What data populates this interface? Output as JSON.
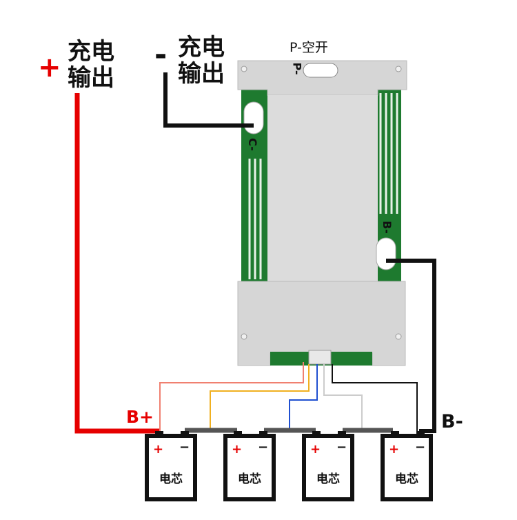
{
  "labels": {
    "positive_sign": "+",
    "negative_sign": "-",
    "charge_output_pos_line1": "充电",
    "charge_output_pos_line2": "输出",
    "charge_output_neg_line1": "充电",
    "charge_output_neg_line2": "输出",
    "p_terminal": "P-空开",
    "b_plus": "B+",
    "b_minus": "B-",
    "pcb_p_minus": "P-",
    "pcb_c_minus": "C-",
    "pcb_b_minus": "B-"
  },
  "cells": [
    {
      "plus": "+",
      "minus": "−",
      "name": "电芯"
    },
    {
      "plus": "+",
      "minus": "−",
      "name": "电芯"
    },
    {
      "plus": "+",
      "minus": "−",
      "name": "电芯"
    },
    {
      "plus": "+",
      "minus": "−",
      "name": "电芯"
    }
  ],
  "colors": {
    "positive_wire": "#e60000",
    "negative_wire": "#111111",
    "balance_wires": [
      "#f08070",
      "#f0b020",
      "#1f4fd0",
      "#cccccc",
      "#111111"
    ],
    "pcb_green": "#1e7a2f",
    "plate": "#d9d9d9"
  }
}
